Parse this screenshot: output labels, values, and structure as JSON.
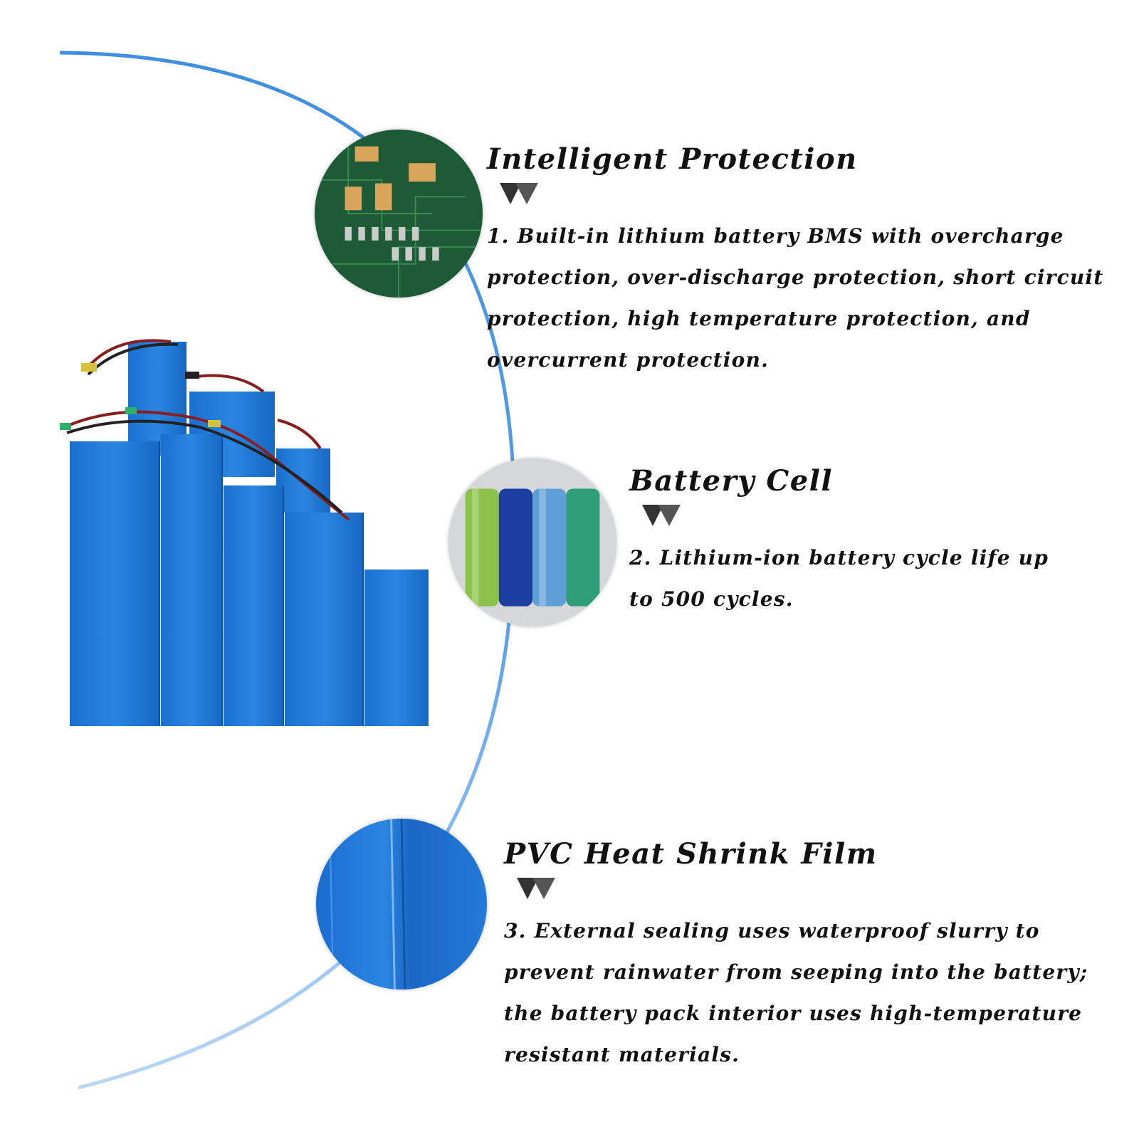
{
  "features": [
    {
      "title": "Intelligent Protection",
      "text": "1. Built-in lithium battery BMS with overcharge protection, over-discharge protection, short circuit protection, high temperature protection, and overcurrent protection."
    },
    {
      "title": "Battery Cell",
      "text": "2. Lithium-ion battery cycle life up to 500 cycles."
    },
    {
      "title": "PVC Heat Shrink Film",
      "text": "3. External sealing uses waterproof slurry to prevent rainwater from seeping into the battery; the battery pack interior uses high-temperature resistant materials."
    }
  ],
  "colors": {
    "arc": "#3f8fe0",
    "pack_blue": "#1f78d6",
    "pcb_green": "#1e5a35",
    "text": "#111111"
  },
  "icons": {
    "marker": "double-down-triangle-icon"
  }
}
